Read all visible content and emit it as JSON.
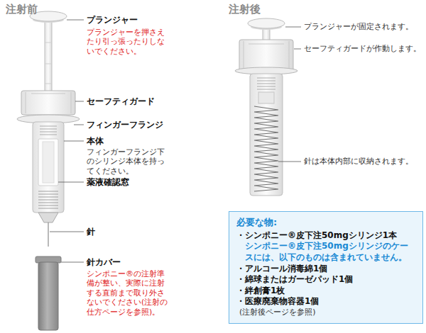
{
  "diagram": {
    "nodes": [
      {
        "text": [
          "必要な物:",
          "・シンポニー®皮下注50mgシリンジ1本",
          "シンポニー®皮下注50mgシリンジのケースには、以下のものは含まれていません。",
          "・アルコール消毒綿1個",
          "・綿球またはガーゼパッド1個",
          "・絆創膏1枚",
          "・医療廃棄物容器1個",
          "(注射後ページを参照)"
        ]
      }
    ],
    "labels": [
      "注射前",
      "プランジャー",
      "プランジャーを押さえたり引っ張ったりしないでください。",
      "セーフティガード",
      "フィンガーフランジ",
      "本体",
      "フィンガーフランジ下のシリンジ本体を持ってください。",
      "薬液確認窓",
      "針",
      "針カバー",
      "シンポニー®の注射準備が整い、実際に注射する直前まで取り外さないでください(注射の仕方ページを参照)。",
      "注射後",
      "プランジャーが固定されます。",
      "セーフティガードが作動します。",
      "針は本体内部に収納されます。"
    ]
  }
}
